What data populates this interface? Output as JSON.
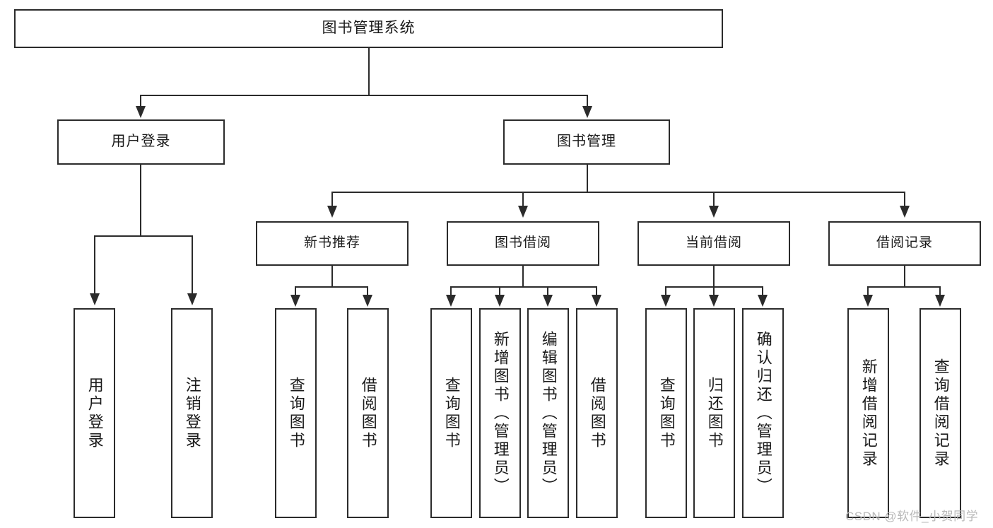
{
  "diagram": {
    "title": "图书管理系统",
    "type": "tree-structure-chart",
    "root": {
      "label": "图书管理系统"
    },
    "level2": [
      {
        "label": "用户登录"
      },
      {
        "label": "图书管理"
      }
    ],
    "level3": [
      {
        "label": "新书推荐"
      },
      {
        "label": "图书借阅"
      },
      {
        "label": "当前借阅"
      },
      {
        "label": "借阅记录"
      }
    ],
    "leaves": {
      "user_login": [
        {
          "label": "用户登录"
        },
        {
          "label": "注销登录"
        }
      ],
      "new_book_recommend": [
        {
          "label": "查询图书"
        },
        {
          "label": "借阅图书"
        }
      ],
      "book_borrow": [
        {
          "label": "查询图书"
        },
        {
          "label": "新增图书（管理员）"
        },
        {
          "label": "编辑图书（管理员）"
        },
        {
          "label": "借阅图书"
        }
      ],
      "current_borrow": [
        {
          "label": "查询图书"
        },
        {
          "label": "归还图书"
        },
        {
          "label": "确认归还（管理员）"
        }
      ],
      "borrow_record": [
        {
          "label": "新增借阅记录"
        },
        {
          "label": "查询借阅记录"
        }
      ]
    }
  },
  "watermark": {
    "text": "CSDN @软件_小贺同学"
  },
  "colors": {
    "border": "#2b2b2b",
    "background": "#ffffff",
    "text": "#1a1a1a",
    "watermark": "#b9b9b9"
  }
}
